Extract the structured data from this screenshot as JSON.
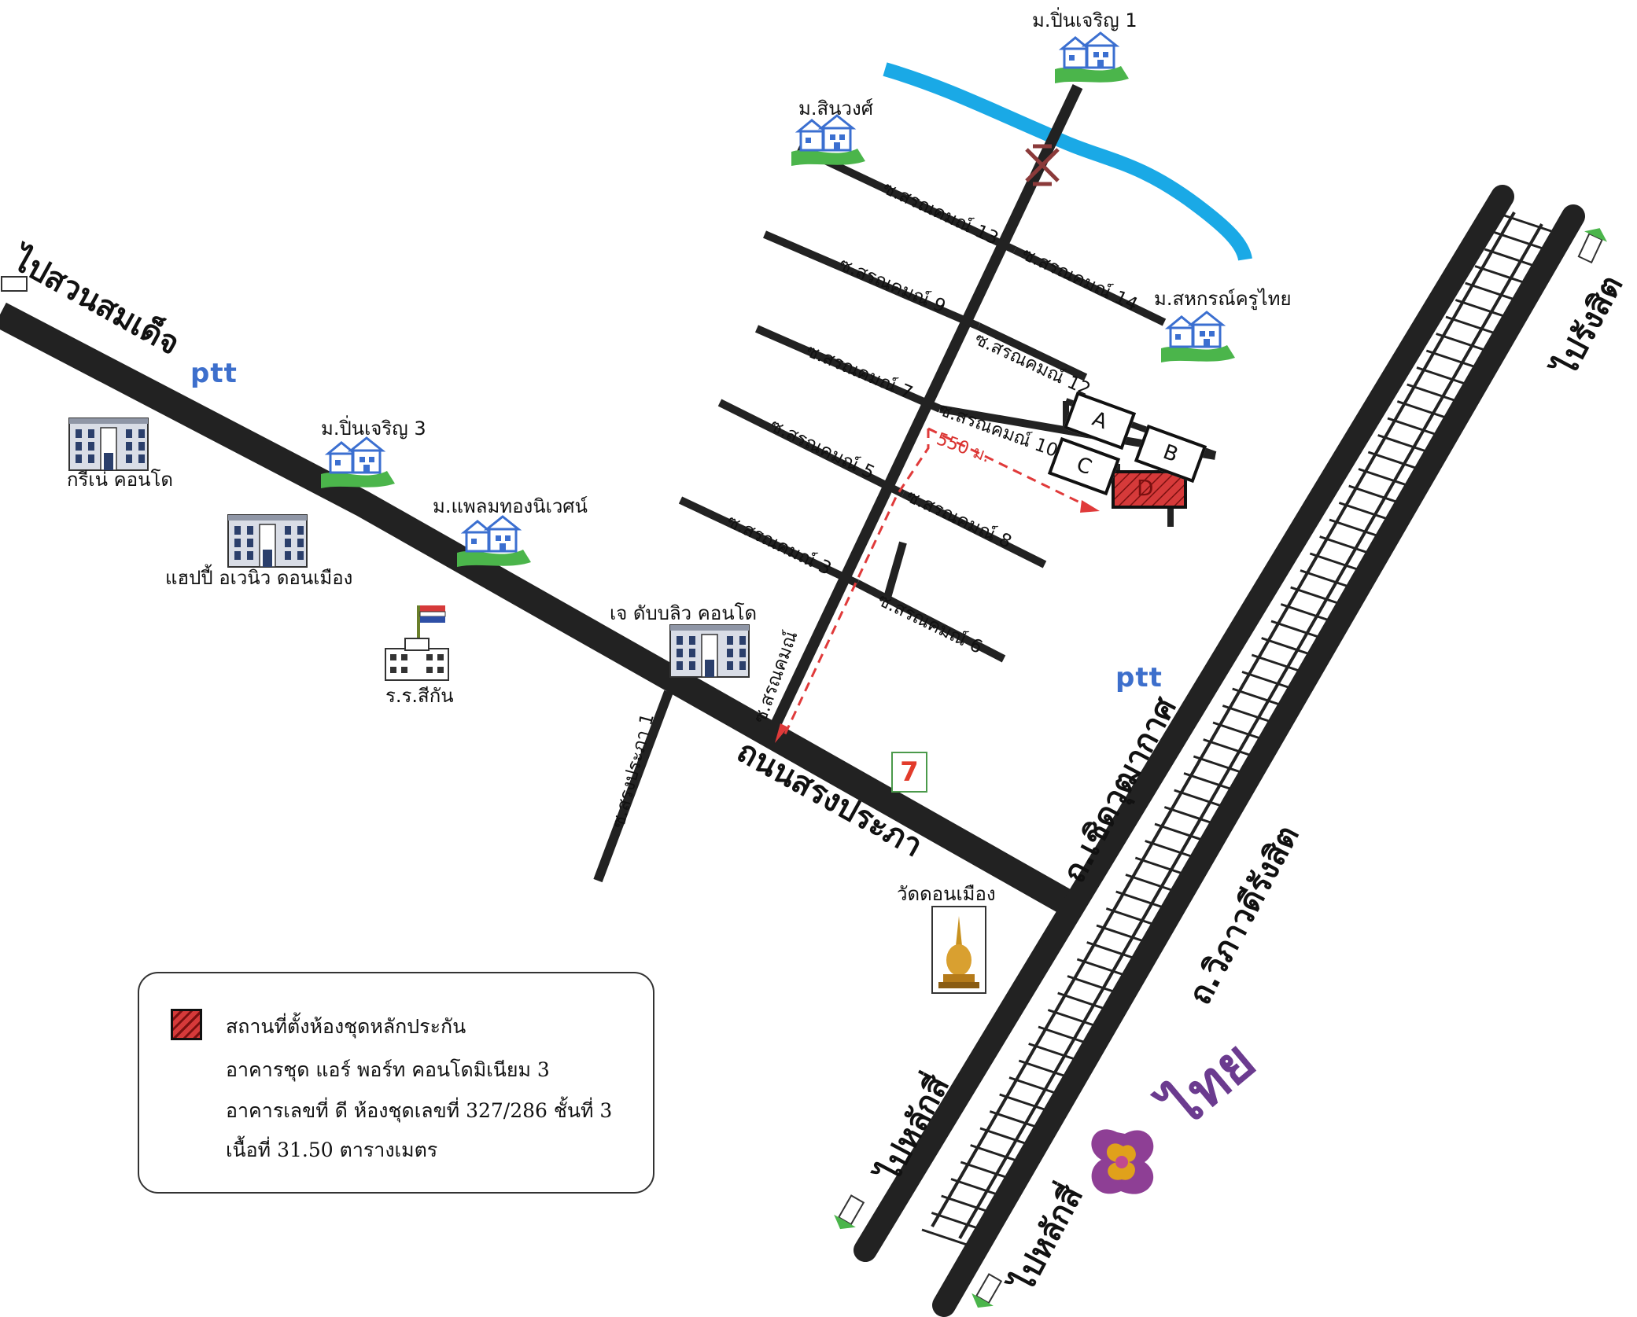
{
  "places": {
    "moo_pin_charoen_1": "ม.ปิ่นเจริญ 1",
    "moo_sinwong": "ม.สินวงศ์",
    "moo_sahakorn": "ม.สหกรณ์ครูไทย",
    "moo_pin_charoen_3": "ม.ปิ่นเจริญ 3",
    "moo_palm_thong": "ม.แพลมทองนิเวศน์",
    "green_condo": "กรีเน่ คอนโด",
    "happy_avenue": "แฮปปี้ อเวนิว ดอนเมือง",
    "school": "ร.ร.สีกัน",
    "j_w_condo": "เจ ดับบลิว คอนโด",
    "wat_don_mueang": "วัดดอนเมือง"
  },
  "roads": {
    "soi_13": "ซ.สรณคมณ์ 13",
    "soi_14": "ซ.สรณคมณ์ 14",
    "soi_9": "ซ.สรณคมณ์ 9",
    "soi_12": "ซ.สรณคมณ์ 12",
    "soi_7": "ซ.สรณคมณ์ 7",
    "soi_10": "ซ.สรณคมณ์ 10",
    "soi_5": "ซ.สรณคมณ์ 5",
    "soi_8": "ซ.สรณคมณ์ 8",
    "soi_3": "ซ.สรณคมณ์ 3",
    "soi_6": "ซ.สรณคมณ์ 6",
    "soi_main": "ซ.สรณคมณ์",
    "soi_song_prapa_1": "ซ.สรงประภา 1",
    "song_prapa_road": "ถนนสรงประภา",
    "choet_wutthakat": "ถ.เชิดวุฒากาศ",
    "vibhavadi": "ถ.วิภาวดีรังสิต"
  },
  "directions": {
    "to_suan_somdet": "ไปสวนสมเด็จ",
    "to_rangsit": "ไปรังสิต",
    "to_lak_si_1": "ไปหลักสี่",
    "to_lak_si_2": "ไปหลักสี่"
  },
  "distance": "550 ม.",
  "buildings": {
    "a": "A",
    "b": "B",
    "c": "C",
    "d": "D"
  },
  "brands": {
    "ptt_1": "ptt",
    "ptt_2": "ptt",
    "seven": "7",
    "thai": "ไทย"
  },
  "legend": {
    "title": "สถานที่ตั้งห้องชุดหลักประกัน",
    "line1": "อาคารชุด แอร์ พอร์ท คอนโดมิเนียม 3",
    "line2": "อาคารเลขที่ ดี ห้องชุดเลขที่ 327/286 ชั้นที่ 3",
    "line3": "เนื้อที่ 31.50 ตารางเมตร"
  },
  "colors": {
    "road": "#222222",
    "canal": "#1aa9e6",
    "route": "#e03a3a",
    "house": "#3b6fd0",
    "grass": "#4bb54b"
  }
}
